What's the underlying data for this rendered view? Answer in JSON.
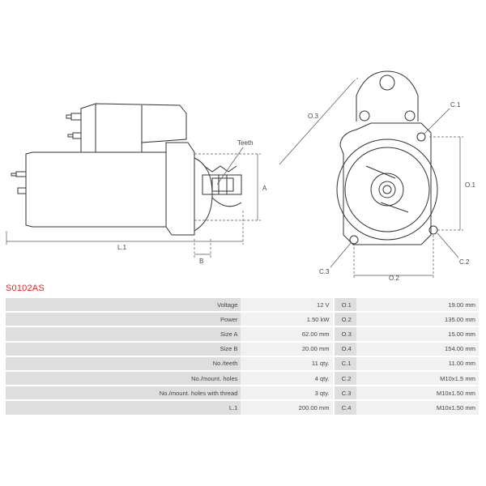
{
  "drawing": {
    "labels": {
      "teeth": "Teeth",
      "a": "A",
      "b": "B",
      "l1": "L.1",
      "o1": "O.1",
      "o2": "O.2",
      "o3": "O.3",
      "c1": "C.1",
      "c2": "C.2",
      "c3": "C.3"
    }
  },
  "part_code": "S0102AS",
  "specs": [
    {
      "label": "Voltage",
      "value": "12 V",
      "code": "O.1",
      "code_value": "19.00 mm"
    },
    {
      "label": "Power",
      "value": "1.50 kW",
      "code": "O.2",
      "code_value": "135.00 mm"
    },
    {
      "label": "Size A",
      "value": "62.00 mm",
      "code": "O.3",
      "code_value": "15.00 mm"
    },
    {
      "label": "Size B",
      "value": "20.00 mm",
      "code": "O.4",
      "code_value": "154.00 mm"
    },
    {
      "label": "No./teeth",
      "value": "11 qty.",
      "code": "C.1",
      "code_value": "11.00 mm"
    },
    {
      "label": "No./mount. holes",
      "value": "4 qty.",
      "code": "C.2",
      "code_value": "M10x1.5 mm"
    },
    {
      "label": "No./mount. holes with thread",
      "value": "3 qty.",
      "code": "C.3",
      "code_value": "M10x1.50 mm"
    },
    {
      "label": "L.1",
      "value": "200.00 mm",
      "code": "C.4",
      "code_value": "M10x1.50 mm"
    }
  ],
  "colors": {
    "title": "#d62a2a",
    "row_dark": "#dedede",
    "row_light": "#f1f1f1"
  }
}
